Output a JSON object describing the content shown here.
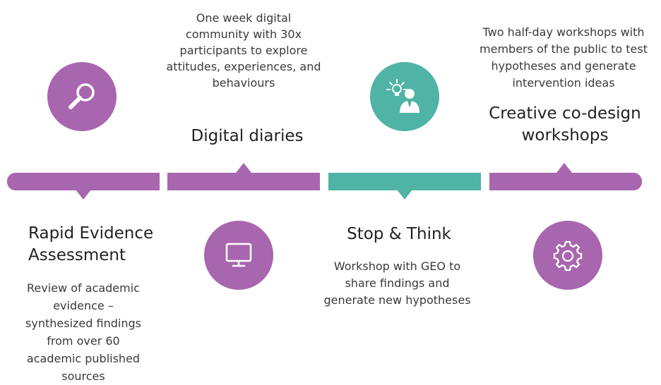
{
  "colors": {
    "purple": "#a866ae",
    "teal": "#4fb3a6",
    "white": "#ffffff"
  },
  "stages": [
    {
      "title": "Rapid Evidence Assessment",
      "title_lines": [
        "Rapid Evidence",
        "Assessment"
      ],
      "description_lines": [
        "Review of academic",
        "evidence –",
        "synthesized findings",
        "from over 60",
        "academic published",
        "sources"
      ],
      "icon": "magnifying-glass-icon",
      "color": "#a866ae"
    },
    {
      "title": "Digital diaries",
      "title_lines": [
        "Digital diaries"
      ],
      "description_lines": [
        "One week digital",
        "community with 30x",
        "participants to explore",
        "attitudes, experiences, and",
        "behaviours"
      ],
      "icon": "monitor-icon",
      "color": "#a866ae"
    },
    {
      "title": "Stop & Think",
      "title_lines": [
        "Stop & Think"
      ],
      "description_lines": [
        "Workshop with GEO to",
        "share findings and",
        "generate new hypotheses"
      ],
      "icon": "person-lightbulb-icon",
      "color": "#4fb3a6"
    },
    {
      "title": "Creative co-design workshops",
      "title_lines": [
        "Creative co-design",
        "workshops"
      ],
      "description_lines": [
        "Two half-day workshops with",
        "members of the public to test",
        "hypotheses and generate",
        "intervention ideas"
      ],
      "icon": "gear-icon",
      "color": "#a866ae"
    }
  ]
}
